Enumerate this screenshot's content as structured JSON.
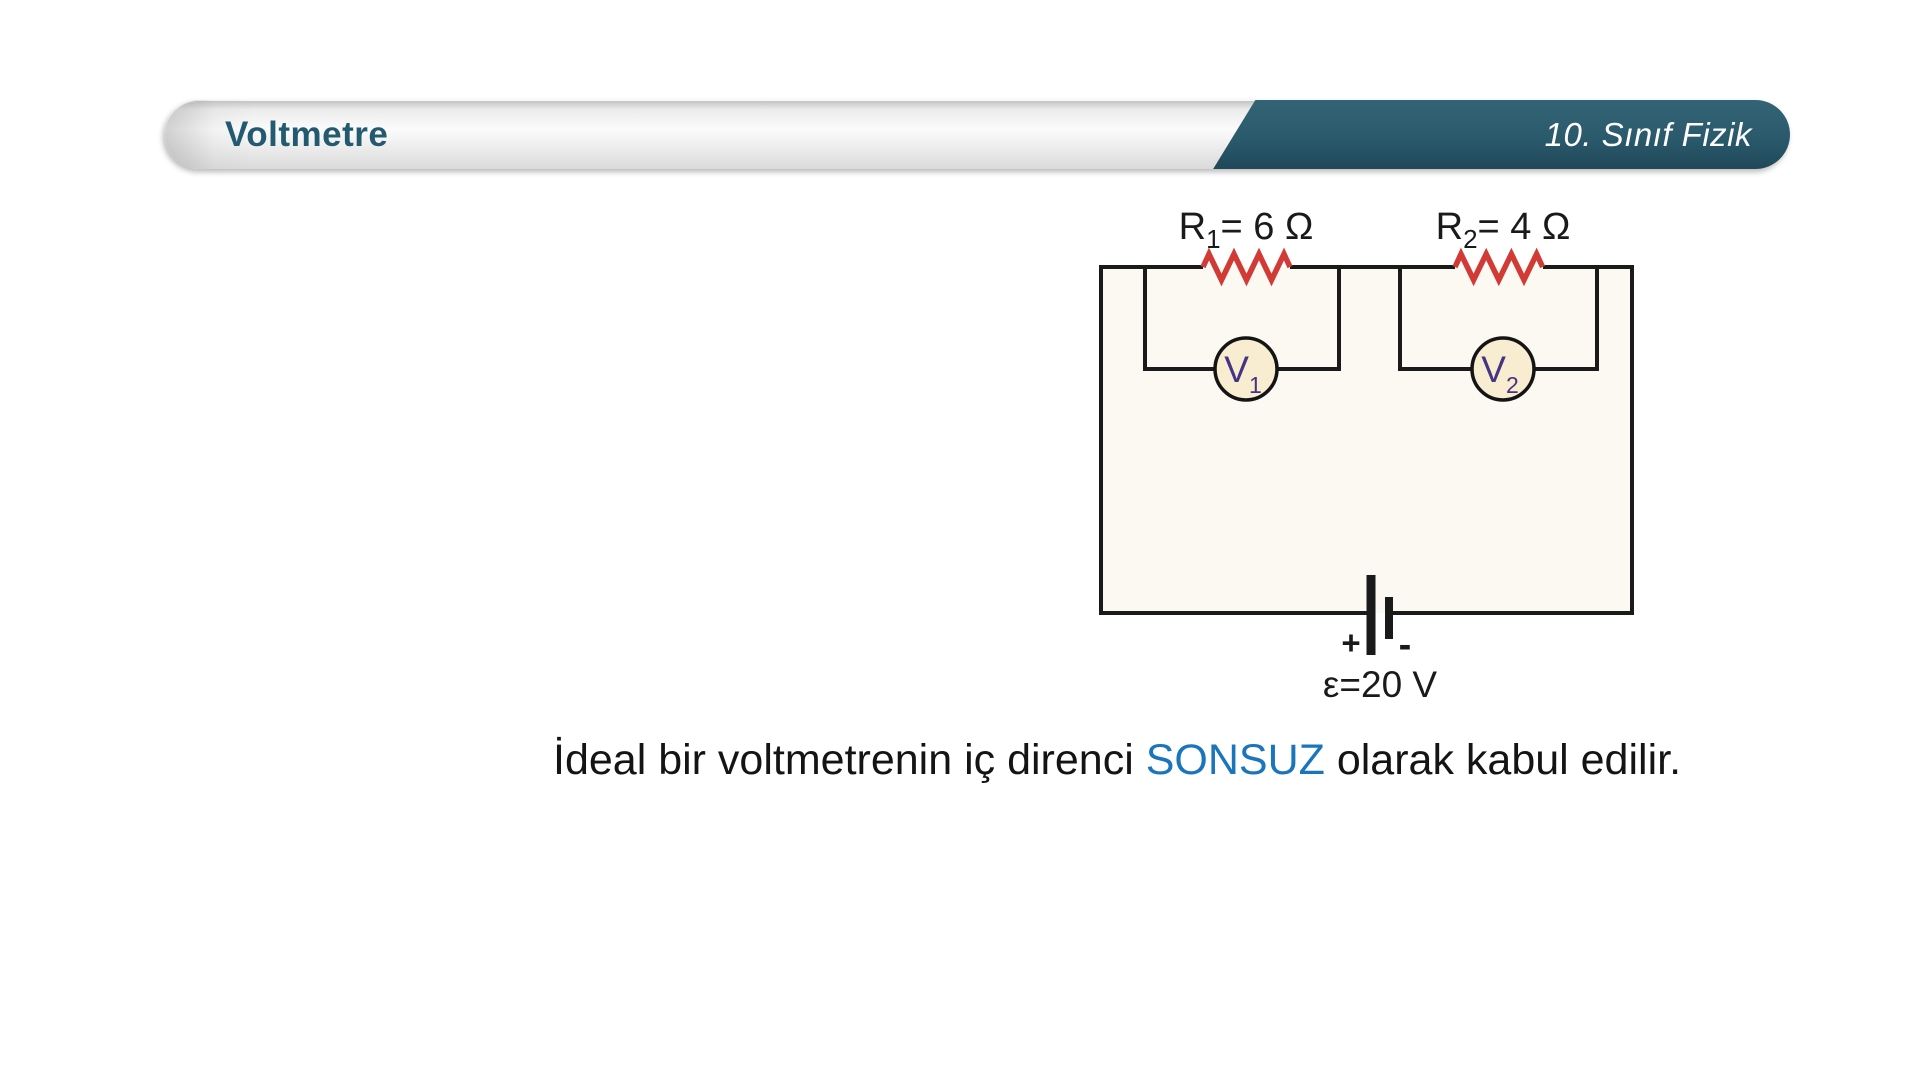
{
  "header": {
    "title": "Voltmetre",
    "course": "10. Sınıf Fizik"
  },
  "circuit": {
    "resistor1": {
      "symbol": "R",
      "sub": "1",
      "value": "= 6 Ω"
    },
    "resistor2": {
      "symbol": "R",
      "sub": "2",
      "value": "= 4 Ω"
    },
    "voltmeter1": {
      "symbol": "V",
      "sub": "1"
    },
    "voltmeter2": {
      "symbol": "V",
      "sub": "2"
    },
    "battery": {
      "plus": "+",
      "minus": "-",
      "emf": "ε=20 V"
    }
  },
  "body": {
    "sentence_before": "İdeal bir voltmetrenin iç direnci ",
    "highlight": "SONSUZ",
    "sentence_after": " olarak kabul edilir."
  },
  "colors": {
    "accent_teal": "#2a5a6c",
    "title_teal": "#235a70",
    "resistor_red": "#d23b35",
    "voltmeter_fill": "#f8ecd1",
    "voltmeter_text": "#453384",
    "highlight_blue": "#1b75bc",
    "wire_black": "#1a1a1a"
  }
}
